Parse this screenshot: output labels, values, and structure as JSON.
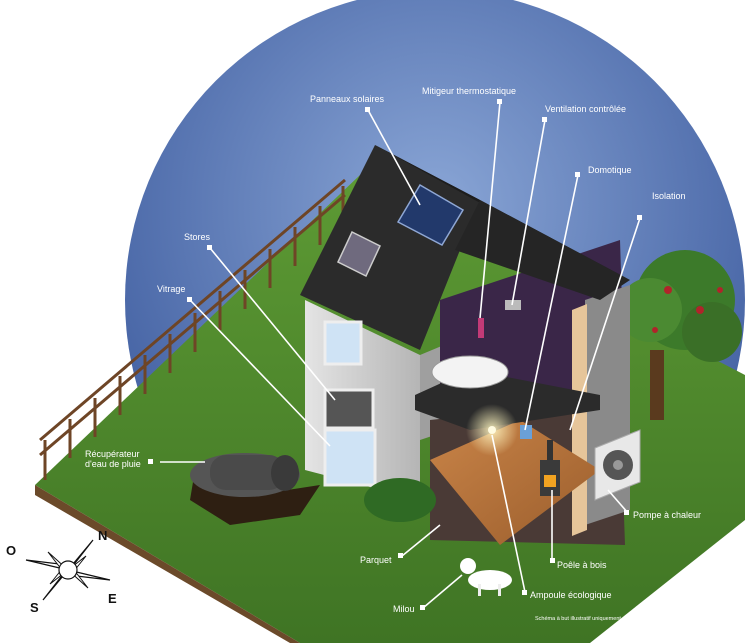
{
  "labels": {
    "solar_panels": "Panneaux solaires",
    "thermostatic_mixer": "Mitigeur thermostatique",
    "ventilation": "Ventilation contrôlée",
    "home_automation": "Domotique",
    "insulation": "Isolation",
    "blinds": "Stores",
    "glazing": "Vitrage",
    "rainwater_line1": "Récupérateur",
    "rainwater_line2": "d'eau de pluie",
    "heat_pump": "Pompe à chaleur",
    "parquet": "Parquet",
    "wood_stove": "Poêle à bois",
    "eco_bulb": "Ampoule écologique",
    "milou": "Milou",
    "caption": "Schéma à but illustratif uniquement"
  },
  "compass": {
    "north": "N",
    "south": "S",
    "east": "E",
    "west": "O"
  },
  "colors": {
    "sky": "#4f6fb0",
    "grass": "#4e8a2c",
    "wall": "#c9c9c9",
    "roof": "#2a2a2a",
    "interior": "#3c2a4a",
    "floor": "#b8743a",
    "fence": "#7a4a2a"
  }
}
